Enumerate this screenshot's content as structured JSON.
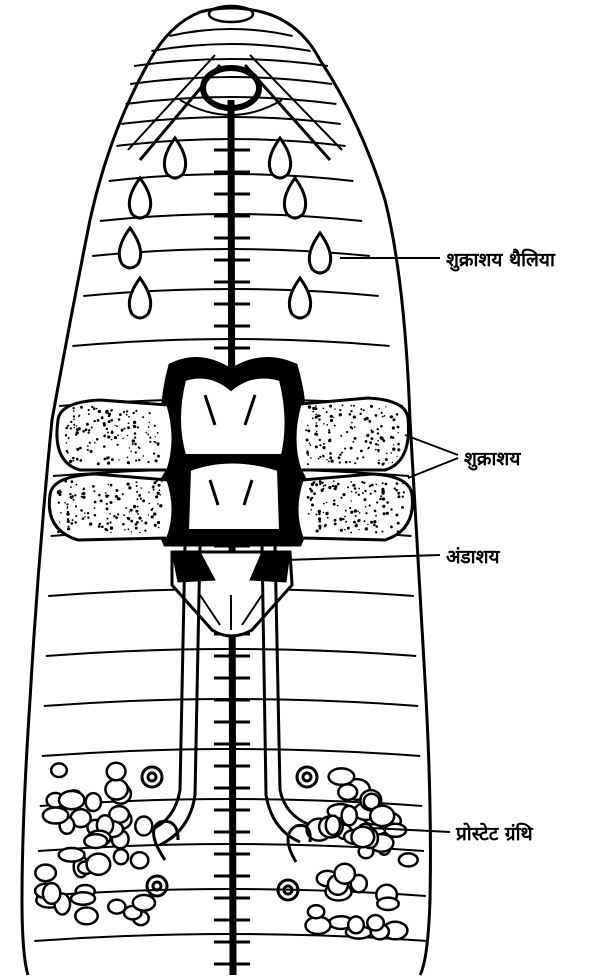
{
  "labels": {
    "seminal_vesicle_sacs": "शुक्राशय थैलिया",
    "seminal_vesicles": "शुक्राशय",
    "ovary": "अंडाशय",
    "prostate_gland": "प्रोस्टेट ग्रंथि"
  },
  "colors": {
    "ink": "#000000",
    "paper": "#ffffff"
  }
}
